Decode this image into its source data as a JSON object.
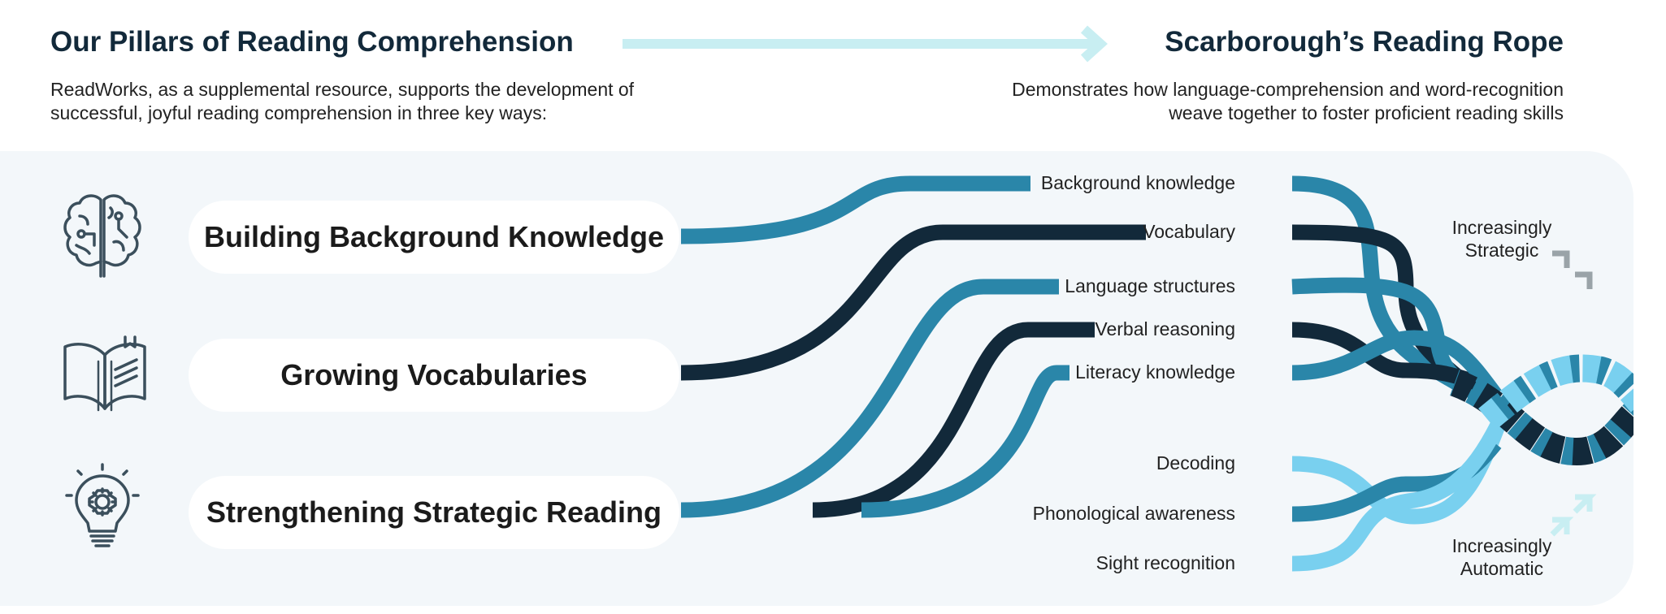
{
  "left_header": {
    "title": "Our Pillars of Reading Comprehension",
    "description": "ReadWorks, as a supplemental resource, supports the development of successful, joyful reading comprehension in three key ways:"
  },
  "right_header": {
    "title": "Scarborough’s Reading Rope",
    "description": "Demonstrates how language-comprehension and word-recognition weave together to foster proficient reading skills"
  },
  "pillars": [
    {
      "label": "Building Background Knowledge",
      "icon": "brain-icon"
    },
    {
      "label": "Growing Vocabularies",
      "icon": "open-book-icon"
    },
    {
      "label": "Strengthening Strategic Reading",
      "icon": "lightbulb-gear-icon"
    }
  ],
  "language_comprehension_strands": [
    "Background knowledge",
    "Vocabulary",
    "Language structures",
    "Verbal reasoning",
    "Literacy knowledge"
  ],
  "word_recognition_strands": [
    "Decoding",
    "Phonological awareness",
    "Sight recognition"
  ],
  "trend_labels": {
    "strategic": "Increasingly Strategic",
    "automatic": "Increasingly Automatic"
  },
  "colors": {
    "dark_navy": "#12293a",
    "teal_blue": "#2a86a9",
    "light_blue": "#79d0ef",
    "arrow_cyan": "#c8eef2",
    "panel_bg": "#f3f7fa"
  }
}
